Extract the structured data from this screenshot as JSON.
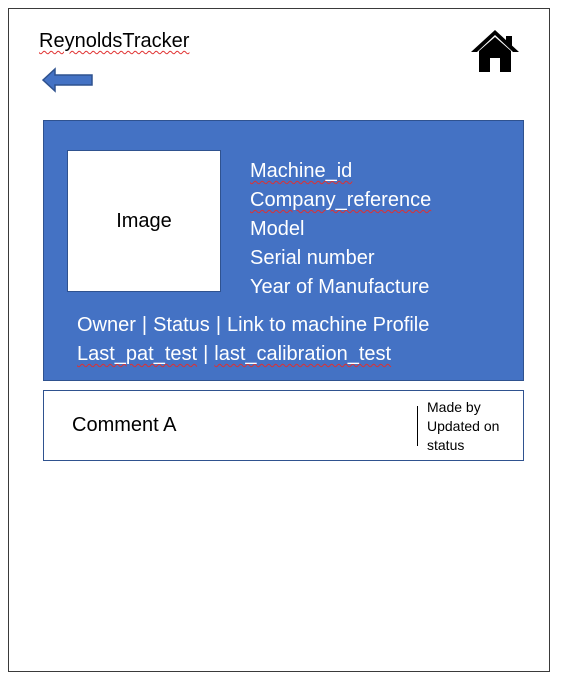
{
  "app": {
    "title": "ReynoldsTracker"
  },
  "nav": {
    "back_icon": "back-arrow-icon",
    "home_icon": "home-icon"
  },
  "machine_card": {
    "image_label": "Image",
    "fields": [
      "Machine_id",
      "Company_reference",
      "Model",
      "Serial number",
      "Year of Manufacture"
    ],
    "meta_line_1": {
      "owner": "Owner",
      "status": "Status",
      "profile_link": "Link to machine Profile"
    },
    "meta_line_2": {
      "last_pat_test": "Last_pat_test",
      "last_calibration_test": "last_calibration_test"
    },
    "separator": "|",
    "colors": {
      "card_background": "#4472c4",
      "card_text": "#ffffff"
    }
  },
  "comment": {
    "text": "Comment A",
    "made_by": "Made by",
    "updated_on": "Updated on",
    "status": "status"
  }
}
